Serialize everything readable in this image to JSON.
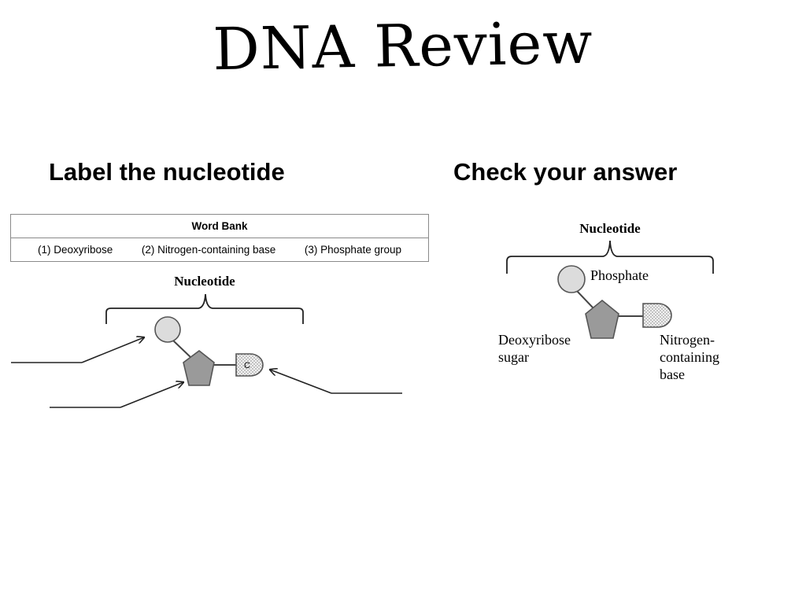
{
  "title": "DNA Review",
  "left_heading": "Label the nucleotide",
  "right_heading": "Check your answer",
  "word_bank": {
    "heading": "Word Bank",
    "items": [
      "(1) Deoxyribose",
      "(2) Nitrogen-containing base",
      "(3) Phosphate group"
    ]
  },
  "left_diagram": {
    "bracket_label": "Nucleotide",
    "base_letter": "C"
  },
  "right_diagram": {
    "bracket_label": "Nucleotide",
    "phosphate_label": "Phosphate",
    "sugar_label_lines": [
      "Deoxyribose",
      "sugar"
    ],
    "base_label_lines": [
      "Nitrogen-",
      "containing",
      "base"
    ]
  },
  "colors": {
    "phosphate_fill": "#dcdcdc",
    "sugar_fill": "#9a9a9a",
    "base_fill": "#efefef",
    "outline": "#555555"
  }
}
